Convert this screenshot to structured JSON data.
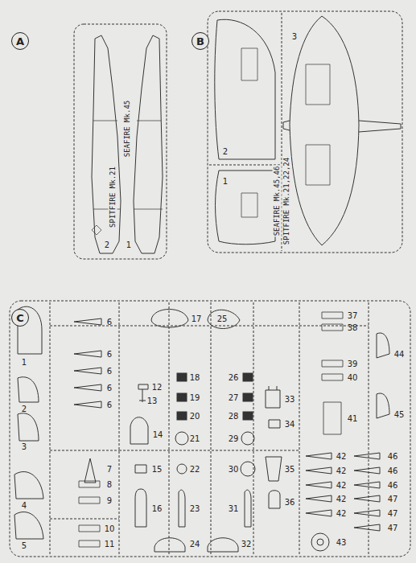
{
  "diagram": {
    "nodes": [
      {
        "text": [
          "A"
        ]
      },
      {
        "text": [
          "B"
        ]
      },
      {
        "text": [
          "C"
        ]
      }
    ],
    "labels": [
      "SPITFIRE Mk.21",
      "SEAFIRE Mk.45",
      "2",
      "1",
      "3",
      "2",
      "1",
      "SEAFIRE Mk.45,46",
      "SPITFIRE Mk.21,22,24",
      "1",
      "2",
      "3",
      "4",
      "5",
      "6",
      "6",
      "6",
      "6",
      "6",
      "7",
      "8",
      "9",
      "10",
      "11",
      "12",
      "13",
      "14",
      "15",
      "16",
      "17",
      "18",
      "19",
      "20",
      "21",
      "22",
      "23",
      "24",
      "25",
      "26",
      "27",
      "28",
      "29",
      "30",
      "31",
      "32",
      "33",
      "34",
      "35",
      "36",
      "37",
      "38",
      "39",
      "40",
      "41",
      "42",
      "42",
      "42",
      "42",
      "42",
      "43",
      "44",
      "45",
      "46",
      "46",
      "46",
      "47",
      "47",
      "47"
    ]
  }
}
